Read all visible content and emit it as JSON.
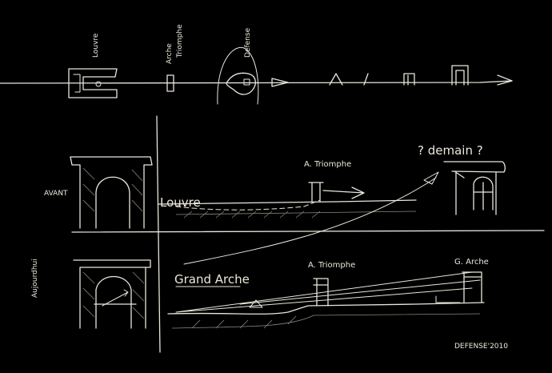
{
  "top_axis": {
    "louvre": "Louvre",
    "arche_triomphe_1": "Arche",
    "arche_triomphe_2": "Triomphe",
    "defense": "Defense"
  },
  "avant": {
    "label": "AVANT",
    "louvre": "Louvre",
    "a_triomphe": "A. Triomphe",
    "question": "? demain ?"
  },
  "aujourdhui": {
    "label": "Aujourdhui",
    "grand_arche": "Grand Arche",
    "a_triomphe": "A. Triomphe",
    "g_arche": "G. Arche"
  },
  "signature": "DEFENSE'2010",
  "colors": {
    "background": "#000000",
    "ink": "#e9e6dc"
  }
}
